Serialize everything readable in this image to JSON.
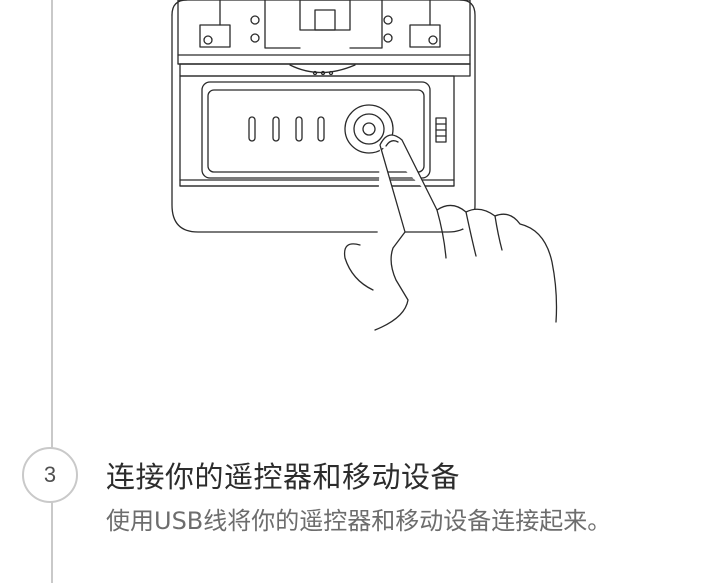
{
  "step": {
    "number": "3",
    "title": "连接你的遥控器和移动设备",
    "description": "使用USB线将你的遥控器和移动设备连接起来。"
  },
  "illustration": {
    "icon": "remote-controller-usb-port-with-finger-icon",
    "stroke_color": "#2a2a2a"
  },
  "colors": {
    "timeline": "#c9c9c9",
    "title": "#2c2c2c",
    "description": "#6d6d6d"
  }
}
